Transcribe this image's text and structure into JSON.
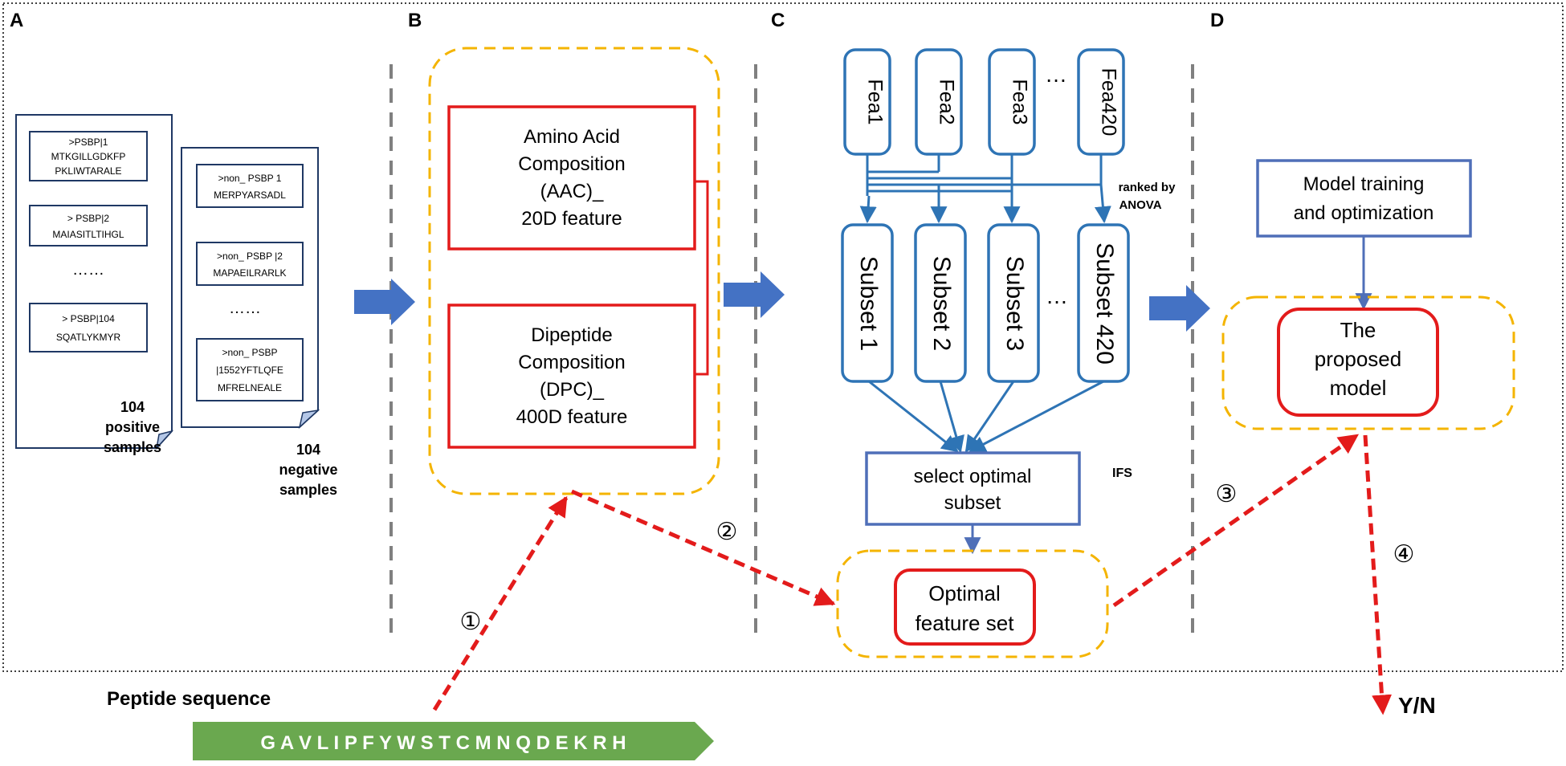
{
  "panels": {
    "a": "A",
    "b": "B",
    "c": "C",
    "d": "D"
  },
  "doc_pos_1": {
    "id": ">PSBP|1",
    "seq": [
      "MTKGILLGDKFP",
      "PKLIWTARALE"
    ]
  },
  "doc_pos_2": {
    "id": "> PSBP|2",
    "seq": [
      "MAIASITLTIHGL"
    ]
  },
  "doc_pos_3": {
    "id": "> PSBP|104",
    "seq": [
      "SQATLYKMYR"
    ]
  },
  "doc_pos_dots": "……",
  "doc_neg_1": {
    "id": ">non_ PSBP 1",
    "seq": [
      "MERPYARSADL"
    ]
  },
  "doc_neg_2": {
    "id": ">non_ PSBP |2",
    "seq": [
      "MAPAEILRARLK"
    ]
  },
  "doc_neg_3": {
    "id": ">non_ PSBP",
    "seq": [
      "|1552YFTLQFE",
      "MFRELNEALE"
    ]
  },
  "doc_neg_dots": "……",
  "positive_label": [
    "104",
    "positive",
    "samples"
  ],
  "negative_label": [
    "104",
    "negative",
    "samples"
  ],
  "aac_box": [
    "Amino Acid",
    "Composition",
    "(AAC)_",
    "20D feature"
  ],
  "dpc_box": [
    "Dipeptide",
    "Composition",
    "(DPC)_",
    "400D feature"
  ],
  "features": [
    "Fea1",
    "Fea2",
    "Fea3",
    "Fea420"
  ],
  "subsets": [
    "Subset 1",
    "Subset 2",
    "Subset 3",
    "Subset 420"
  ],
  "ellipsis": "…",
  "ranked_label": [
    "ranked by",
    "ANOVA"
  ],
  "select_box": [
    "select optimal",
    "subset"
  ],
  "ifs_label": "IFS",
  "optimal_box": [
    "Optimal",
    "feature set"
  ],
  "training_box": [
    "Model training",
    "and optimization"
  ],
  "model_box": [
    "The",
    "proposed",
    "model"
  ],
  "steps": [
    "①",
    "②",
    "③",
    "④"
  ],
  "peptide_title": "Peptide sequence",
  "peptide_seq": "G A V L I P F Y W S T C M N Q D E K R H",
  "output_label": "Y/N",
  "colors": {
    "red": "#e31b1b",
    "blue": "#2e74b5",
    "dark_blue": "#4f6fb8",
    "arrow_blue": "#4472c4",
    "yellow": "#f4b400",
    "green": "#6aa84f",
    "navy": "#1f3864"
  }
}
